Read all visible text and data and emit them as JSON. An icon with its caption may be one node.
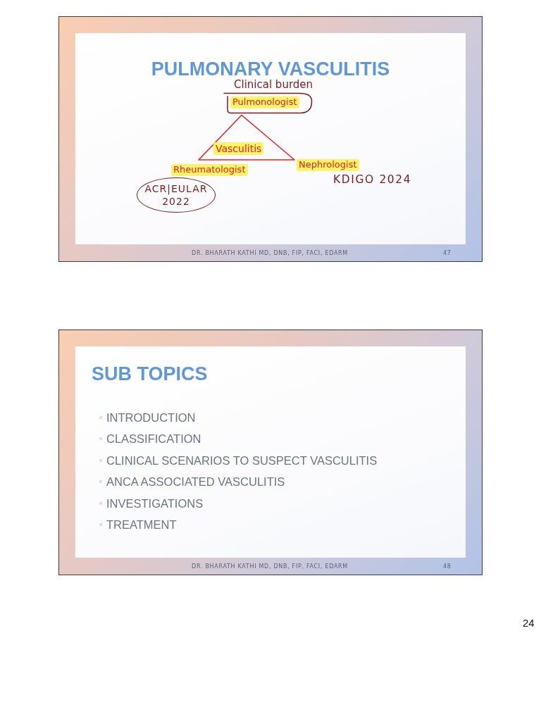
{
  "diagram": {
    "nodes": [
      {
        "text": [
          "PULMONARY VASCULITIS",
          "DR. BHARATH KATHI MD, DNB, FIP, FACI, EDARM",
          "47"
        ]
      },
      {
        "text": [
          "Clinical burden",
          "Pulmonologist"
        ],
        "in": 0
      },
      {
        "text": [
          "Vasculitis"
        ],
        "in": 0
      },
      {
        "text": [
          "Rheumatologist"
        ],
        "in": 0
      },
      {
        "text": [
          "Nephrologist"
        ],
        "in": 0
      },
      {
        "text": [
          "ACR|EULAR 2022"
        ],
        "in": 0
      },
      {
        "text": [
          "SUB TOPICS",
          "INTRODUCTION",
          "CLASSIFICATION",
          "CLINICAL SCENARIOS TO SUSPECT VASCULITIS",
          "ANCA ASSOCIATED VASCULITIS",
          "INVESTIGATIONS",
          "TREATMENT",
          "DR. BHARATH KATHI MD, DNB, FIP, FACI, EDARM",
          "48"
        ]
      }
    ],
    "labels": [
      "KDIGO 2024",
      "24"
    ]
  }
}
